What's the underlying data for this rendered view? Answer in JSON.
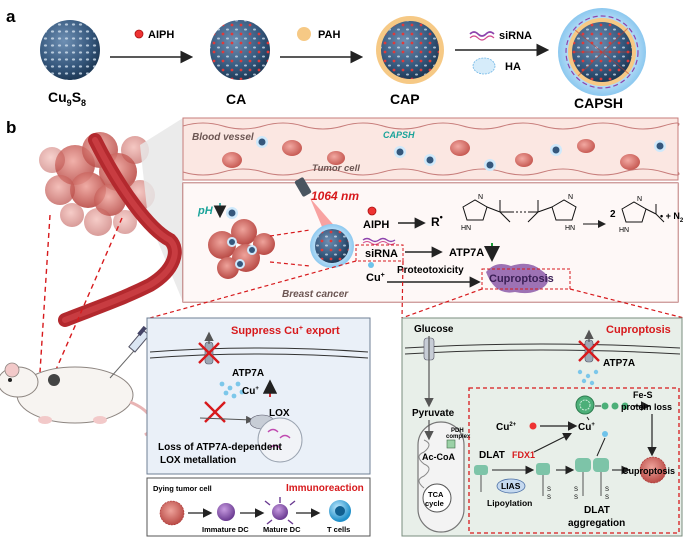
{
  "panel_a": {
    "label": "a",
    "steps": [
      {
        "name_main": "Cu",
        "sub1": "9",
        "mid": "S",
        "sub2": "8"
      },
      {
        "name": "CA"
      },
      {
        "name": "CAP"
      },
      {
        "name": "CAPSH"
      }
    ],
    "arrow_labels": {
      "aiph": "AIPH",
      "pah": "PAH",
      "sirna": "siRNA",
      "ha": "HA"
    }
  },
  "panel_b": {
    "label": "b",
    "blood_vessel": "Blood vessel",
    "capsh": "CAPSH",
    "tumor_cell": "Tumor cell",
    "ph": "pH",
    "laser": "1064 nm",
    "aiph": "AIPH",
    "radical": "R",
    "radical_dot": "•",
    "sirna": "siRNA",
    "atp7a": "ATP7A",
    "cu_plus": "Cu",
    "cu_sup": "+",
    "proteotoxicity": "Proteotoxicity",
    "cuproptosis": "Cuproptosis",
    "breast_cancer": "Breast cancer",
    "reaction": {
      "two": "2",
      "dot_plus": "• + N",
      "n_sub": "2",
      "hn1": "HN",
      "n1": "N",
      "hn2": "HN",
      "n2": "N",
      "hn3": "HN",
      "n3": "N"
    }
  },
  "suppress_box": {
    "title": "Suppress Cu",
    "title_sup": "+",
    "title_tail": " export",
    "atp7a": "ATP7A",
    "cu": "Cu",
    "cu_sup": "+",
    "lox": "LOX",
    "loss_line1": "Loss of ATP7A-dependent",
    "loss_line2": "LOX metallation"
  },
  "immuno_box": {
    "title": "Immunoreaction",
    "dying": "Dying tumor cell",
    "immature": "Immature DC",
    "mature": "Mature DC",
    "tcells": "T cells"
  },
  "cuproptosis_box": {
    "title": "Cuproptosis",
    "glucose": "Glucose",
    "atp7a": "ATP7A",
    "pyruvate": "Pyruvate",
    "pdh1": "PDH",
    "pdh2": "complex",
    "acoa": "Ac-CoA",
    "tca1": "TCA",
    "tca2": "cycle",
    "cu2": "Cu",
    "cu2_sup": "2+",
    "cu1": "Cu",
    "cu1_sup": "+",
    "fes1": "Fe-S",
    "fes2": "protein loss",
    "dlat": "DLAT",
    "fdx1": "FDX1",
    "lias": "LIAS",
    "lipoylation": "Lipoylation",
    "agg1": "DLAT",
    "agg2": "aggregation",
    "cupro": "Cuproptosis",
    "s": "S"
  },
  "colors": {
    "red": "#d7191c",
    "nano_blue": "#3a5f86",
    "nano_dark": "#24415f",
    "teal": "#1aa39a",
    "pah": "#f6c985",
    "vessel": "#fbe7e2",
    "box_blue": "#eaf0f8",
    "box_green": "#e8efe9",
    "purple": "#7d4a9e"
  }
}
